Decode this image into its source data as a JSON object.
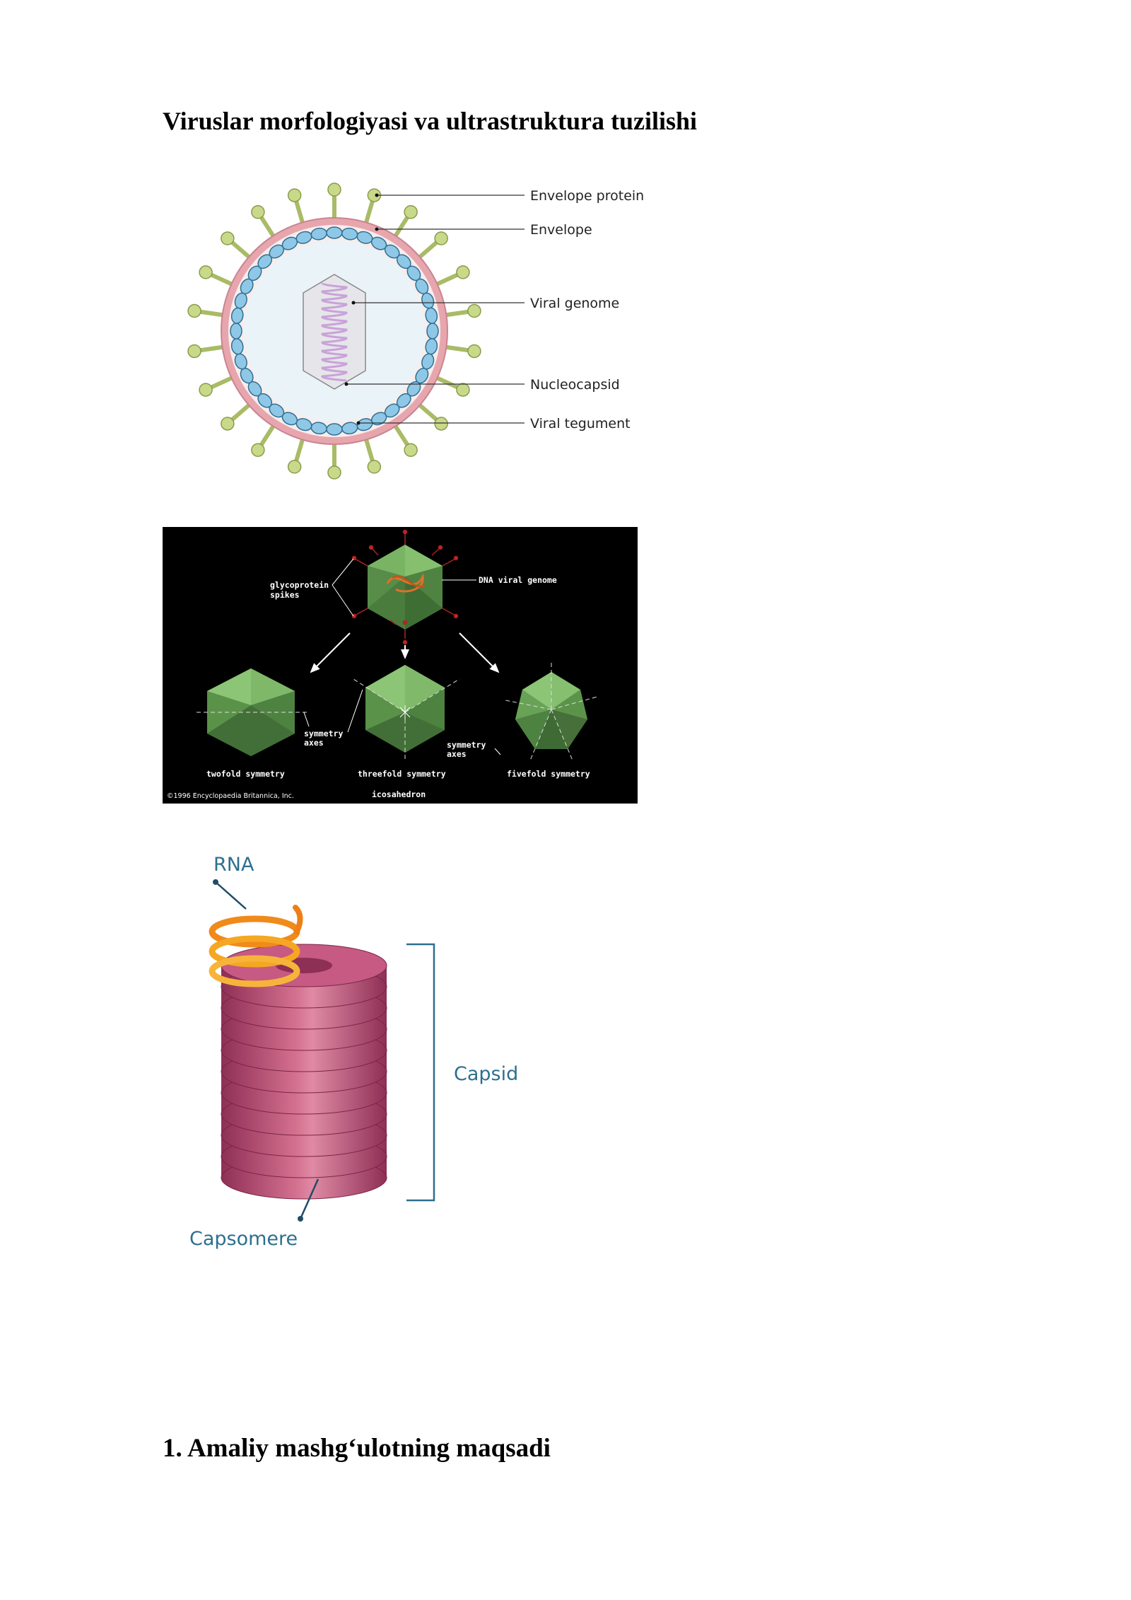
{
  "headings": {
    "title": "Viruslar morfologiyasi va ultrastruktura tuzilishi",
    "section": "1. Amaliy mashg‘ulotning maqsadi"
  },
  "figure_enveloped": {
    "labels": {
      "envelope_protein": "Envelope protein",
      "envelope": "Envelope",
      "viral_genome": "Viral genome",
      "nucleocapsid": "Nucleocapsid",
      "viral_tegument": "Viral tegument"
    },
    "colors": {
      "envelope": "#e7a6ae",
      "interior": "#eaf3f8",
      "capsomer": "#8ec8e6",
      "spike": "#c9d98a",
      "genome": "#c9a3d8"
    }
  },
  "figure_icosahedron": {
    "labels": {
      "glycoprotein": "glycoprotein",
      "spikes": "spikes",
      "dna_genome": "DNA viral genome",
      "symmetry_left_1": "symmetry",
      "symmetry_left_2": "axes",
      "symmetry_right_1": "symmetry",
      "symmetry_right_2": "axes",
      "twofold": "twofold symmetry",
      "threefold": "threefold symmetry",
      "fivefold": "fivefold symmetry",
      "icosahedron": "icosahedron",
      "copyright": "©1996 Encyclopaedia Britannica, Inc."
    },
    "colors": {
      "background": "#000000",
      "face": "#6aa85a"
    }
  },
  "figure_helical": {
    "labels": {
      "rna": "RNA",
      "capsid": "Capsid",
      "capsomere": "Capsomere"
    },
    "colors": {
      "capsid": "#c2527a",
      "rna": "#f5a623",
      "label": "#2e6f8e"
    }
  }
}
